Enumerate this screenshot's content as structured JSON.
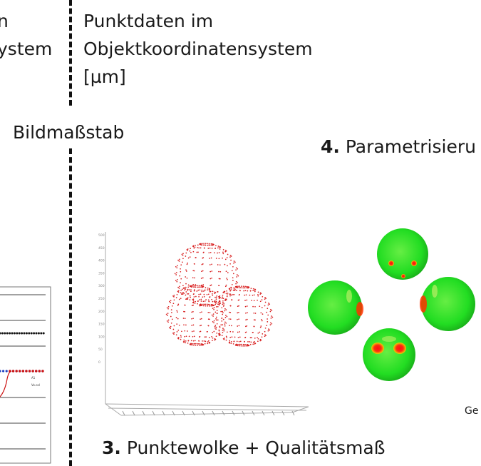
{
  "left_header": {
    "line1": "n",
    "line2": "ystem"
  },
  "right_header": {
    "line1": "Punktdaten im",
    "line2": "Objektkoordinatensystem",
    "line3": "[µm]"
  },
  "scale_label": "Bildmaßstab",
  "step4": {
    "number": "4.",
    "label": "Parametrisieru"
  },
  "step3": {
    "number": "3.",
    "label": "Punktewolke + Qualitätsmaß"
  },
  "right_edge_label": "Ge",
  "mini_chart": {
    "legend": [
      "A1",
      "Vo.cal"
    ]
  },
  "plot_yticks": [
    "500",
    "450",
    "400",
    "350",
    "300",
    "250",
    "200",
    "150",
    "100",
    "50",
    "0"
  ],
  "colors": {
    "points": "#d81f1f",
    "sphere_green": "#22dd22",
    "hotspot": "#ff1010",
    "series_blue": "#1f3fbf",
    "series_red": "#cc1111"
  }
}
